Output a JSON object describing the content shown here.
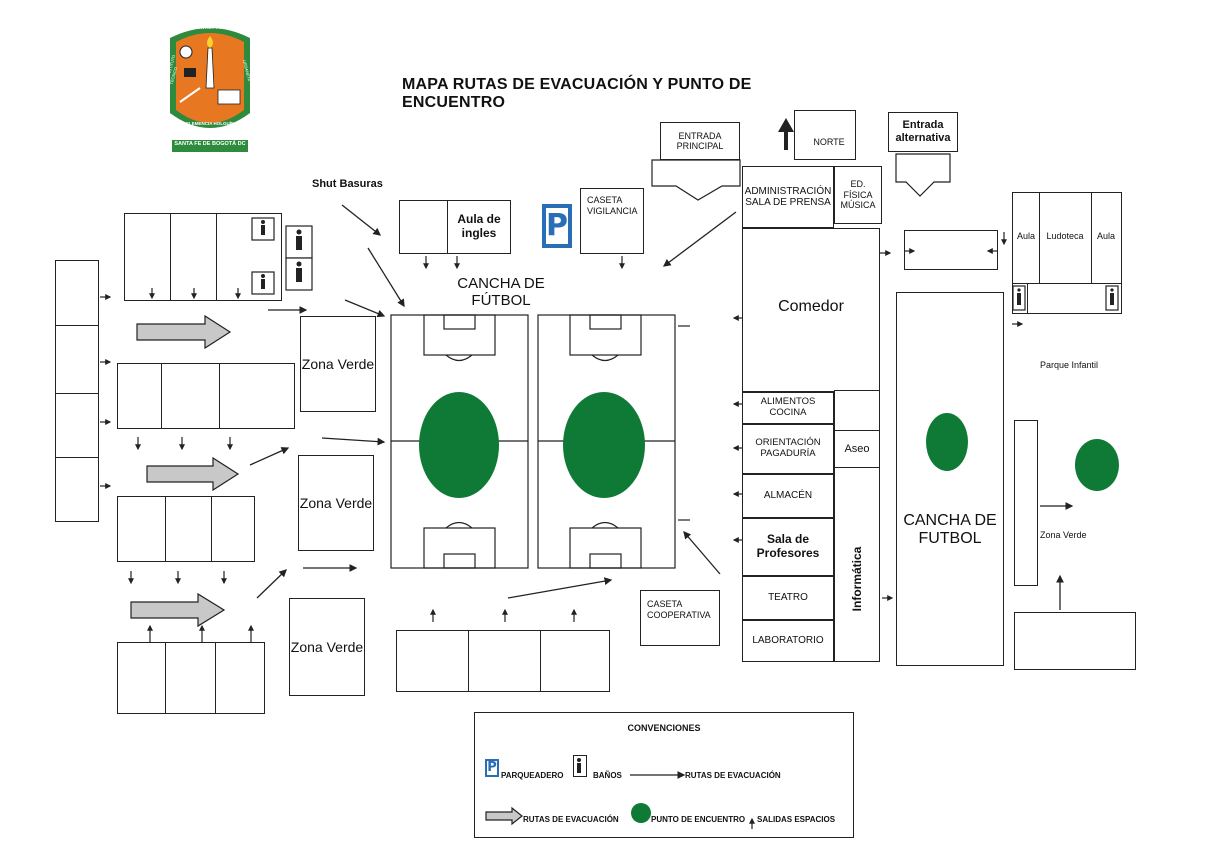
{
  "map": {
    "title": "MAPA RUTAS DE EVACUACIÓN Y PUNTO DE ENCUENTRO",
    "logo": {
      "top_text": "DIOS PATRIA Y HOGAR",
      "left_text": "COLEGIO INSTITUTO TÉCNICO",
      "right_text": "URDANETA",
      "bottom_text": "CLEMENCIA HOLGUÍN",
      "banner": "SANTA FE DE BOGOTÁ DC",
      "colors": {
        "orange": "#E87722",
        "green": "#2E8B3D"
      }
    },
    "labels": {
      "entrada_principal": "ENTRADA PRINCIPAL",
      "norte": "NORTE",
      "entrada_alternativa": "Entrada alternativa",
      "shut_basuras": "Shut Basuras",
      "aula_ingles": "Aula de ingles",
      "caseta_vigilancia": "CASETA VIGILANCIA",
      "cancha_futbol_1": "CANCHA DE FÚTBOL",
      "administracion": "ADMINISTRACIÓN SALA DE PRENSA",
      "ed_fisica": "ED. FÍSICA MÚSICA",
      "aula_left": "Aula",
      "ludoteca": "Ludoteca",
      "aula_right": "Aula",
      "comedor": "Comedor",
      "parque_infantil": "Parque Infantil",
      "alimentos": "ALIMENTOS COCINA",
      "orientacion": "ORIENTACIÓN PAGADURÍA",
      "aseo": "Aseo",
      "almacen": "ALMACÉN",
      "sala_profesores": "Sala de Profesores",
      "teatro": "TEATRO",
      "laboratorio": "LABORATORIO",
      "informatica": "Informática",
      "cancha_futbol_2": "CANCHA DE FUTBOL",
      "zona_verde_right": "Zona Verde",
      "caseta_cooperativa": "CASETA COOPERATIVA",
      "zona_verde_1": "Zona Verde",
      "zona_verde_2": "Zona Verde",
      "zona_verde_3": "Zona Verde"
    },
    "legend": {
      "title": "CONVENCIONES",
      "parqueadero": "PARQUEADERO",
      "banos": "BAÑOS",
      "rutas_evacuacion_line": "RUTAS DE EVACUACIÓN",
      "rutas_evacuacion_block": "RUTAS DE EVACUACIÓN",
      "punto_encuentro": "PUNTO DE ENCUENTRO",
      "salidas_espacios": "SALIDAS ESPACIOS"
    },
    "icons": {
      "parking": "parking-sign-icon",
      "restroom": "restroom-person-icon",
      "meeting_point": "meeting-point-circle-icon",
      "north": "north-arrow-icon",
      "block_arrow": "block-arrow-icon",
      "route_arrow": "route-arrow-icon",
      "exit_arrow": "exit-arrow-icon"
    },
    "parking_letter": "P",
    "colors": {
      "meeting_point": "#0F7A35",
      "parking_blue": "#2A6FB5",
      "block_arrow_fill": "#C8C8C8",
      "line": "#222222"
    }
  }
}
